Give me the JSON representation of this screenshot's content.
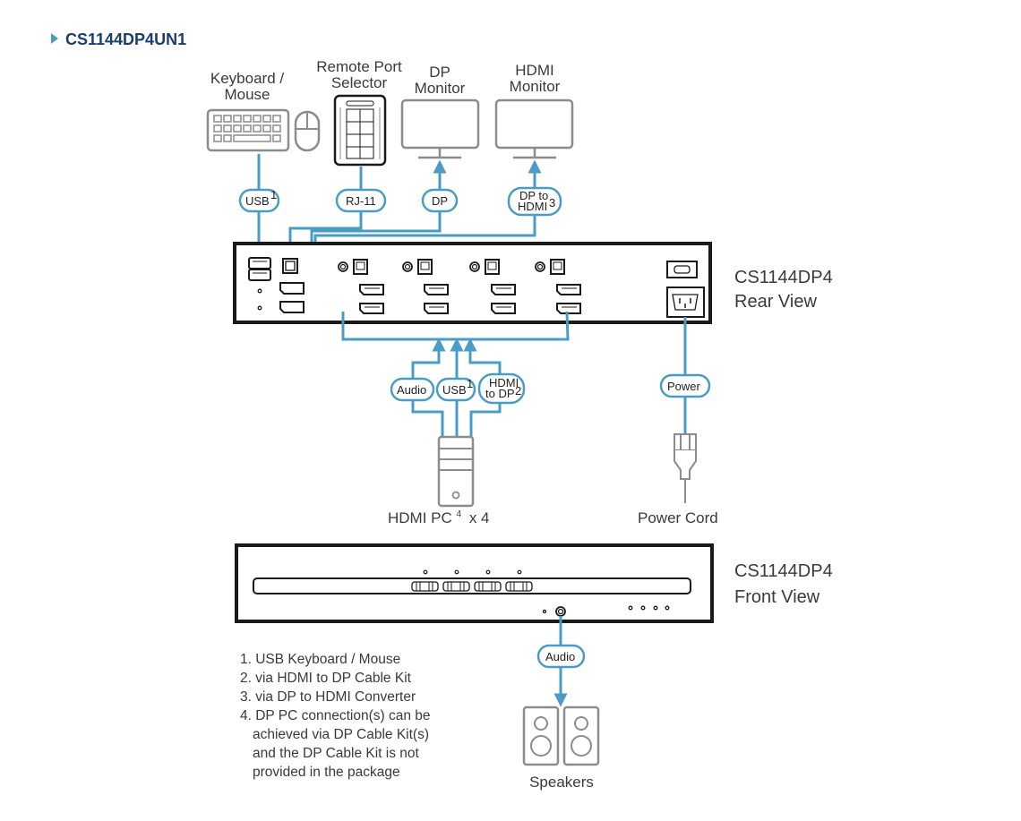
{
  "header": {
    "title": "CS1144DP4UN1",
    "accent_color": "#4a9cc4",
    "title_color": "#1a3e6e"
  },
  "devices": {
    "keyboard_mouse": [
      "Keyboard /",
      "Mouse"
    ],
    "remote_port_selector": [
      "Remote Port",
      "Selector"
    ],
    "dp_monitor": [
      "DP",
      "Monitor"
    ],
    "hdmi_monitor": [
      "HDMI",
      "Monitor"
    ],
    "pc": "HDMI PC",
    "pc_note_ref": "4",
    "pc_count": "x 4",
    "power_cord": "Power Cord",
    "speakers": "Speakers"
  },
  "views": {
    "rear": [
      "CS1144DP4",
      "Rear View"
    ],
    "front": [
      "CS1144DP4",
      "Front View"
    ]
  },
  "cables": {
    "usb_top": "USB",
    "usb_top_ref": "1",
    "rj11": "RJ-11",
    "dp": "DP",
    "dp_to_hdmi": [
      "DP to",
      "HDMI"
    ],
    "dp_to_hdmi_ref": "3",
    "audio_pc": "Audio",
    "usb_pc": "USB",
    "usb_pc_ref": "1",
    "hdmi_to_dp": [
      "HDMI",
      "to DP"
    ],
    "hdmi_to_dp_ref": "2",
    "power": "Power",
    "audio_front": "Audio"
  },
  "notes": [
    "1. USB Keyboard / Mouse",
    "2. via HDMI to DP Cable Kit",
    "3. via DP to HDMI Converter",
    "4. DP PC connection(s) can be",
    "   achieved via DP Cable Kit(s)",
    "   and the DP Cable Kit is not",
    "   provided in the package"
  ]
}
